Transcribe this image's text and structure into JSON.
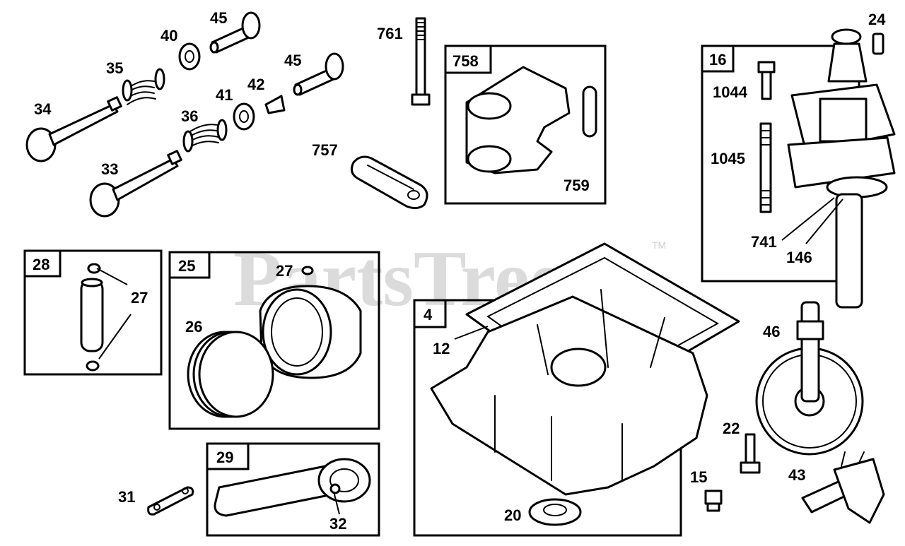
{
  "watermark": {
    "text": "PartsTree",
    "trademark": "TM"
  },
  "boxes": {
    "b758": "758",
    "b16": "16",
    "b28": "28",
    "b25": "25",
    "b4": "4",
    "b29": "29"
  },
  "labels": {
    "p45a": "45",
    "p40": "40",
    "p35": "35",
    "p34": "34",
    "p45b": "45",
    "p41": "41",
    "p42": "42",
    "p36": "36",
    "p33": "33",
    "p761": "761",
    "p757": "757",
    "p759": "759",
    "p24": "24",
    "p1044": "1044",
    "p1045": "1045",
    "p741": "741",
    "p146": "146",
    "p27a": "27",
    "p27b": "27",
    "p26": "26",
    "p12": "12",
    "p46": "46",
    "p22": "22",
    "p15": "15",
    "p43": "43",
    "p31": "31",
    "p32": "32",
    "p20": "20"
  }
}
